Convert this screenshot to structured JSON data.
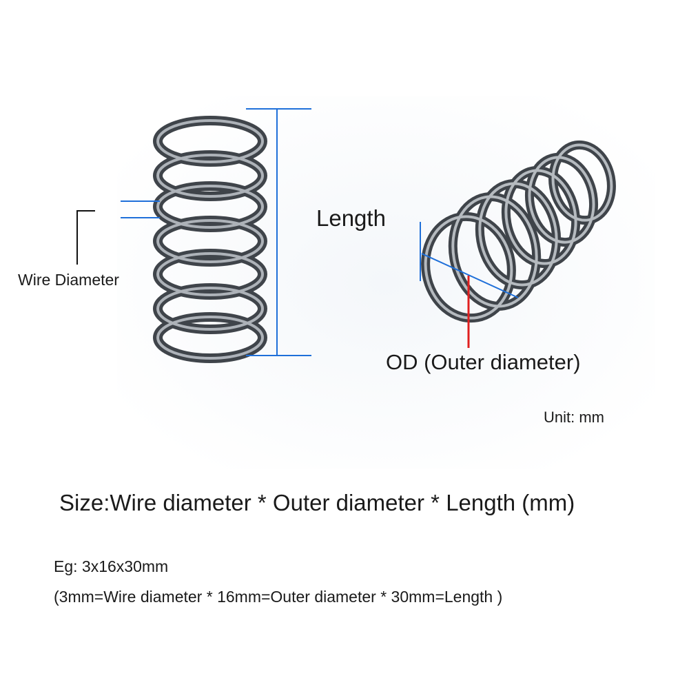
{
  "labels": {
    "wire_diameter": "Wire Diameter",
    "length": "Length",
    "outer_diameter": "OD (Outer diameter)",
    "unit": "Unit: mm"
  },
  "text": {
    "size_format": "Size:Wire diameter * Outer diameter * Length (mm)",
    "example": "Eg: 3x16x30mm",
    "explanation": "(3mm=Wire diameter * 16mm=Outer diameter * 30mm=Length )"
  },
  "colors": {
    "dimension_blue": "#1e6fd9",
    "od_red": "#e02020",
    "spring_steel": "#4a4f55",
    "spring_highlight": "#c9ced3"
  },
  "icons": {
    "spring_front": "compression-spring-icon",
    "spring_angled": "compression-spring-perspective-icon"
  }
}
